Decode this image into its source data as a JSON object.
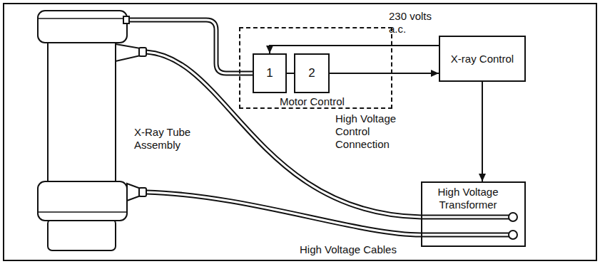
{
  "diagram": {
    "nodes": [
      {
        "text": [
          "X-Ray Tube Assembly"
        ]
      },
      {
        "text": [
          "Motor Control"
        ]
      },
      {
        "text": [
          "1"
        ],
        "in": 1
      },
      {
        "text": [
          "2"
        ],
        "in": 1
      },
      {
        "text": [
          "X-ray Control"
        ]
      },
      {
        "text": [
          "High Voltage Transformer"
        ]
      }
    ],
    "edges": [
      {
        "from": 4,
        "to": 2,
        "arrow": "to",
        "label": "230 volts a.c."
      },
      {
        "from": 3,
        "to": 4,
        "arrow": "to",
        "label": "High Voltage Control Connection"
      },
      {
        "from": 4,
        "to": 5,
        "arrow": "to"
      },
      {
        "from": 0,
        "to": 2,
        "arrow": "none"
      },
      {
        "from": 0,
        "to": 5,
        "arrow": "none"
      },
      {
        "from": 0,
        "to": 5,
        "arrow": "none",
        "label": "High Voltage Cables"
      },
      {
        "from": 2,
        "to": 3,
        "arrow": "none"
      }
    ]
  }
}
